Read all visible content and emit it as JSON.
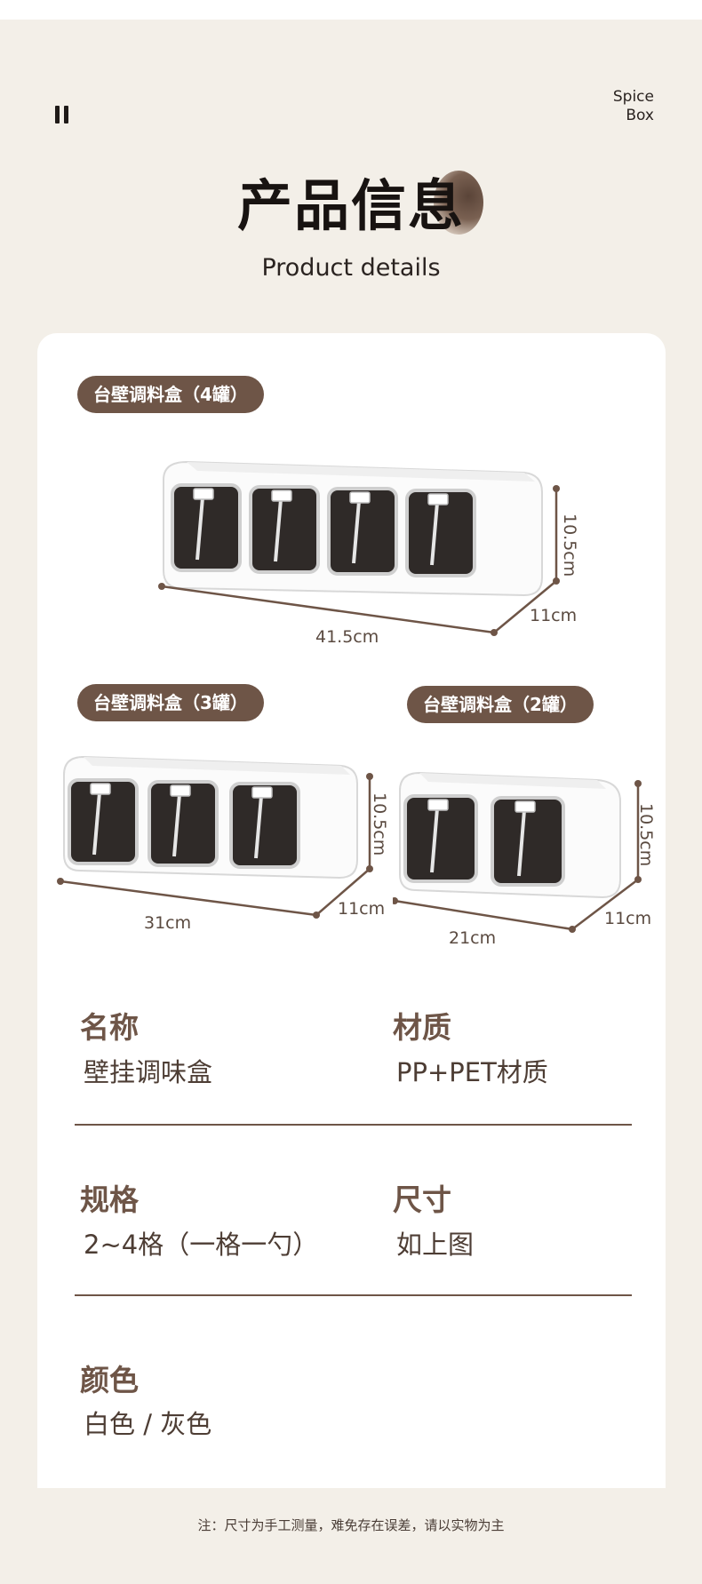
{
  "header": {
    "brand_line1": "Spice",
    "brand_line2": "Box",
    "title": "产品信息",
    "subtitle": "Product details"
  },
  "products": [
    {
      "label": "台壁调料盒（4罐）",
      "width": "41.5cm",
      "depth": "11cm",
      "height": "10.5cm",
      "jars": 4
    },
    {
      "label": "台壁调料盒（3罐）",
      "width": "31cm",
      "depth": "11cm",
      "height": "10.5cm",
      "jars": 3
    },
    {
      "label": "台壁调料盒（2罐）",
      "width": "21cm",
      "depth": "11cm",
      "height": "10.5cm",
      "jars": 2
    }
  ],
  "specs": {
    "name_label": "名称",
    "name_value": "壁挂调味盒",
    "material_label": "材质",
    "material_value": "PP+PET材质",
    "spec_label": "规格",
    "spec_value": "2~4格（一格一勺）",
    "size_label": "尺寸",
    "size_value": "如上图",
    "color_label": "颜色",
    "color_value": "白色 / 灰色"
  },
  "footnote": "注：尺寸为手工测量，难免存在误差，请以实物为主",
  "colors": {
    "accent": "#6e5547",
    "background": "#f3efe8",
    "card": "#ffffff"
  }
}
